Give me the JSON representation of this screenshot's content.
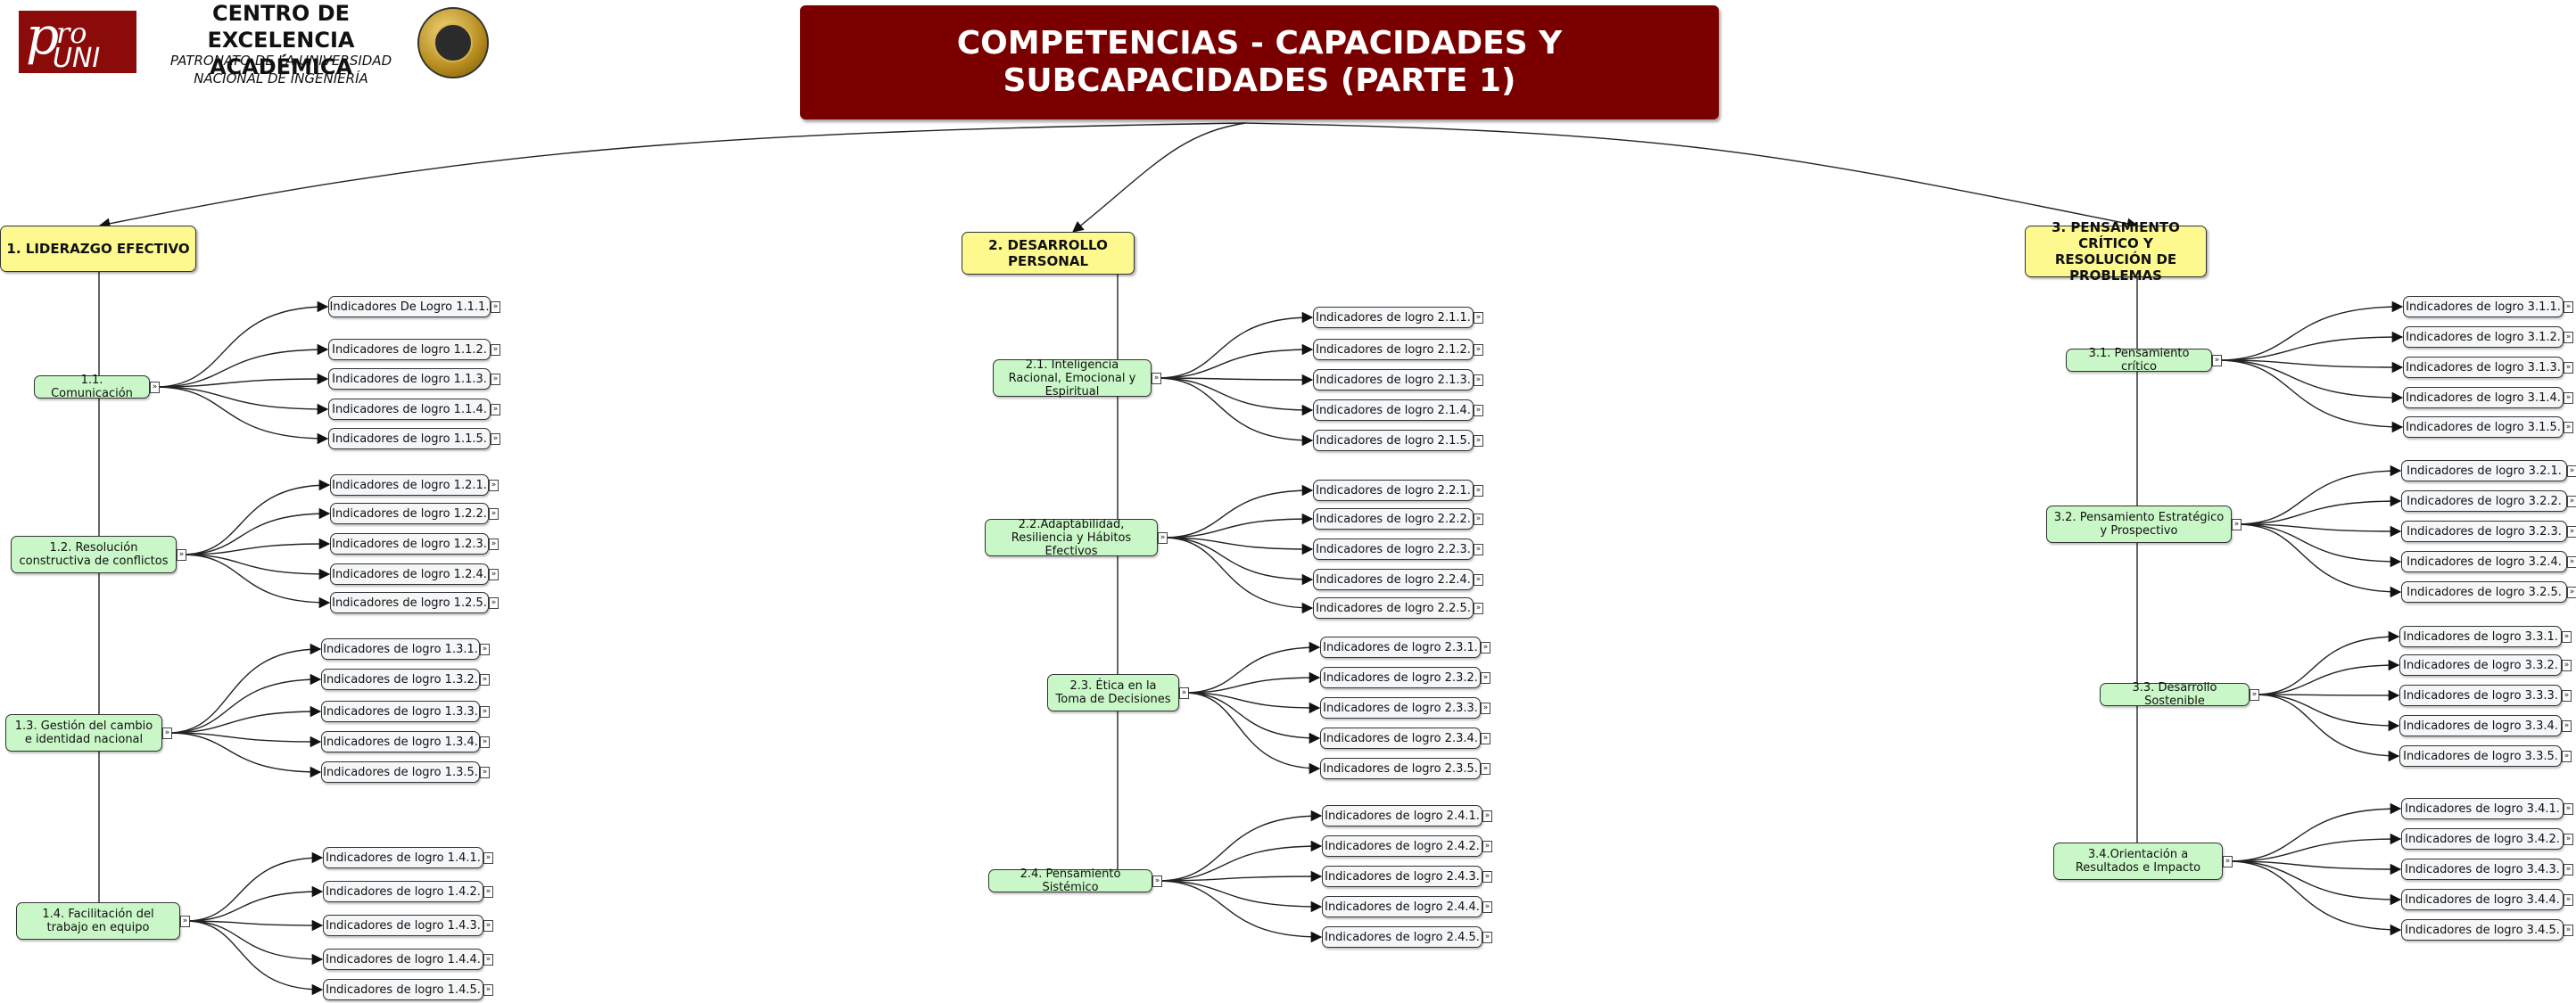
{
  "header": {
    "logo_p": "p",
    "logo_ro": "ro",
    "logo_uni": "UNI",
    "center_title": "CENTRO DE\nEXCELENCIA ACADÉMICA",
    "center_subtitle": "PATRONATO DE LA UNIVERSIDAD\nNACIONAL DE INGENIERÍA"
  },
  "root_title": "COMPETENCIAS - CAPACIDADES Y SUBCAPACIDADES (PARTE 1)",
  "colors": {
    "root": "#7a0000",
    "competency": "#fdf98f",
    "capability": "#c9f7c7",
    "indicator": "#f4f6f8"
  },
  "competencies": [
    {
      "label": "1. LIDERAZGO EFECTIVO",
      "capabilities": [
        {
          "label": "1.1. Comunicación",
          "indicators": [
            "Indicadores De Logro 1.1.1.",
            "Indicadores de logro 1.1.2.",
            "Indicadores de logro 1.1.3.",
            "Indicadores de logro 1.1.4.",
            "Indicadores de logro 1.1.5."
          ]
        },
        {
          "label": "1.2. Resolución constructiva de conflictos",
          "indicators": [
            "Indicadores de logro 1.2.1.",
            "Indicadores de logro 1.2.2.",
            "Indicadores de logro 1.2.3.",
            "Indicadores de logro 1.2.4.",
            "Indicadores de logro 1.2.5."
          ]
        },
        {
          "label": "1.3. Gestión del cambio e identidad nacional",
          "indicators": [
            "Indicadores de logro 1.3.1.",
            "Indicadores de logro 1.3.2.",
            "Indicadores de logro 1.3.3.",
            "Indicadores de logro 1.3.4.",
            "Indicadores de logro 1.3.5."
          ]
        },
        {
          "label": "1.4. Facilitación del trabajo en equipo",
          "indicators": [
            "Indicadores de logro 1.4.1.",
            "Indicadores de logro 1.4.2.",
            "Indicadores de logro 1.4.3.",
            "Indicadores de logro 1.4.4.",
            "Indicadores de logro 1.4.5."
          ]
        }
      ]
    },
    {
      "label": "2. DESARROLLO PERSONAL",
      "capabilities": [
        {
          "label": "2.1. Inteligencia Racional, Emocional y Espiritual",
          "indicators": [
            "Indicadores de logro 2.1.1.",
            "Indicadores de logro 2.1.2.",
            "Indicadores de logro 2.1.3.",
            "Indicadores de logro 2.1.4.",
            "Indicadores de logro 2.1.5."
          ]
        },
        {
          "label": "2.2.Adaptabilidad, Resiliencia y Hábitos Efectivos",
          "indicators": [
            "Indicadores de logro 2.2.1.",
            "Indicadores de logro 2.2.2.",
            "Indicadores de logro 2.2.3.",
            "Indicadores de logro 2.2.4.",
            "Indicadores de logro 2.2.5."
          ]
        },
        {
          "label": "2.3. Ética en la Toma de Decisiones",
          "indicators": [
            "Indicadores de logro 2.3.1.",
            "Indicadores de logro 2.3.2.",
            "Indicadores de logro 2.3.3.",
            "Indicadores de logro 2.3.4.",
            "Indicadores de logro 2.3.5."
          ]
        },
        {
          "label": "2.4. Pensamiento Sistémico",
          "indicators": [
            "Indicadores de logro 2.4.1.",
            "Indicadores de logro 2.4.2.",
            "Indicadores de logro 2.4.3.",
            "Indicadores de logro 2.4.4.",
            "Indicadores de logro 2.4.5."
          ]
        }
      ]
    },
    {
      "label": "3. PENSAMIENTO CRÍTICO Y RESOLUCIÓN DE PROBLEMAS",
      "capabilities": [
        {
          "label": "3.1. Pensamiento crítico",
          "indicators": [
            "Indicadores de logro 3.1.1.",
            "Indicadores de logro 3.1.2.",
            "Indicadores de logro 3.1.3.",
            "Indicadores de logro 3.1.4.",
            "Indicadores de logro 3.1.5."
          ]
        },
        {
          "label": "3.2. Pensamiento Estratégico y Prospectivo",
          "indicators": [
            "Indicadores de logro 3.2.1.",
            "Indicadores de logro 3.2.2.",
            "Indicadores de logro 3.2.3.",
            "Indicadores de logro 3.2.4.",
            "Indicadores de logro 3.2.5."
          ]
        },
        {
          "label": "3.3. Desarrollo Sostenible",
          "indicators": [
            "Indicadores de logro 3.3.1.",
            "Indicadores de logro 3.3.2.",
            "Indicadores de logro 3.3.3.",
            "Indicadores de logro 3.3.4.",
            "Indicadores de logro 3.3.5."
          ]
        },
        {
          "label": "3.4.Orientación a Resultados e Impacto",
          "indicators": [
            "Indicadores de logro 3.4.1.",
            "Indicadores de logro 3.4.2.",
            "Indicadores de logro 3.4.3.",
            "Indicadores de logro 3.4.4.",
            "Indicadores de logro 3.4.5."
          ]
        }
      ]
    }
  ]
}
